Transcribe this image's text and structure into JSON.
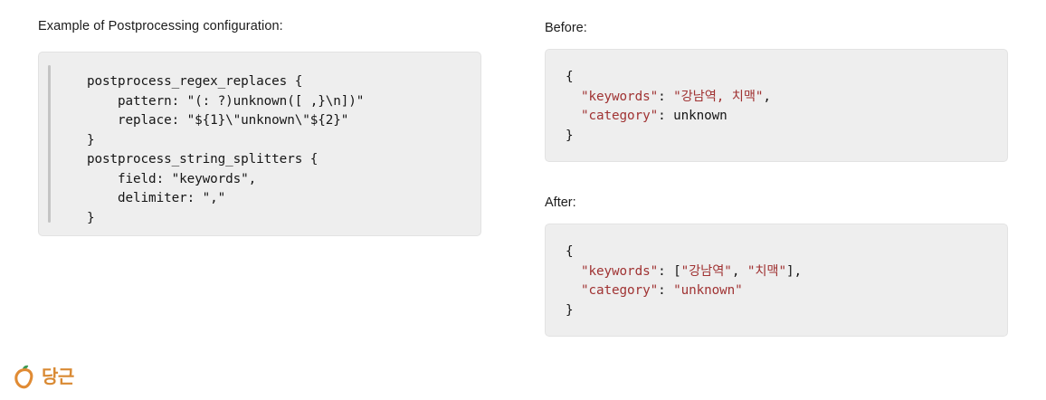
{
  "left": {
    "heading": "Example of Postprocessing configuration:",
    "config_code": "postprocess_regex_replaces {\n    pattern: \"(: ?)unknown([ ,}\\n])\"\n    replace: \"${1}\\\"unknown\\\"${2}\"\n}\npostprocess_string_splitters {\n    field: \"keywords\",\n    delimiter: \",\"\n}"
  },
  "right": {
    "before_label": "Before:",
    "after_label": "After:",
    "before": {
      "open_brace": "{",
      "line1_key": "\"keywords\"",
      "line1_colon": ": ",
      "line1_value": "\"강남역, 치맥\"",
      "line1_comma": ",",
      "line2_key": "\"category\"",
      "line2_colon": ": ",
      "line2_value": "unknown",
      "close_brace": "}"
    },
    "after": {
      "open_brace": "{",
      "line1_key": "\"keywords\"",
      "line1_colon": ": ",
      "line1_open_bracket": "[",
      "line1_value_a": "\"강남역\"",
      "line1_sep": ", ",
      "line1_value_b": "\"치맥\"",
      "line1_close_bracket": "]",
      "line1_comma": ",",
      "line2_key": "\"category\"",
      "line2_colon": ": ",
      "line2_value": "\"unknown\"",
      "close_brace": "}"
    }
  },
  "footer": {
    "logo_text": "당근",
    "logo_icon": "carrot-icon"
  },
  "colors": {
    "code_background": "#eeeeee",
    "code_border": "#e3e3e3",
    "accent_bar": "#c4c4c4",
    "json_string": "#a03333",
    "text": "#161616",
    "brand_orange": "#d98a34",
    "brand_leaf_green": "#3f9a53"
  }
}
